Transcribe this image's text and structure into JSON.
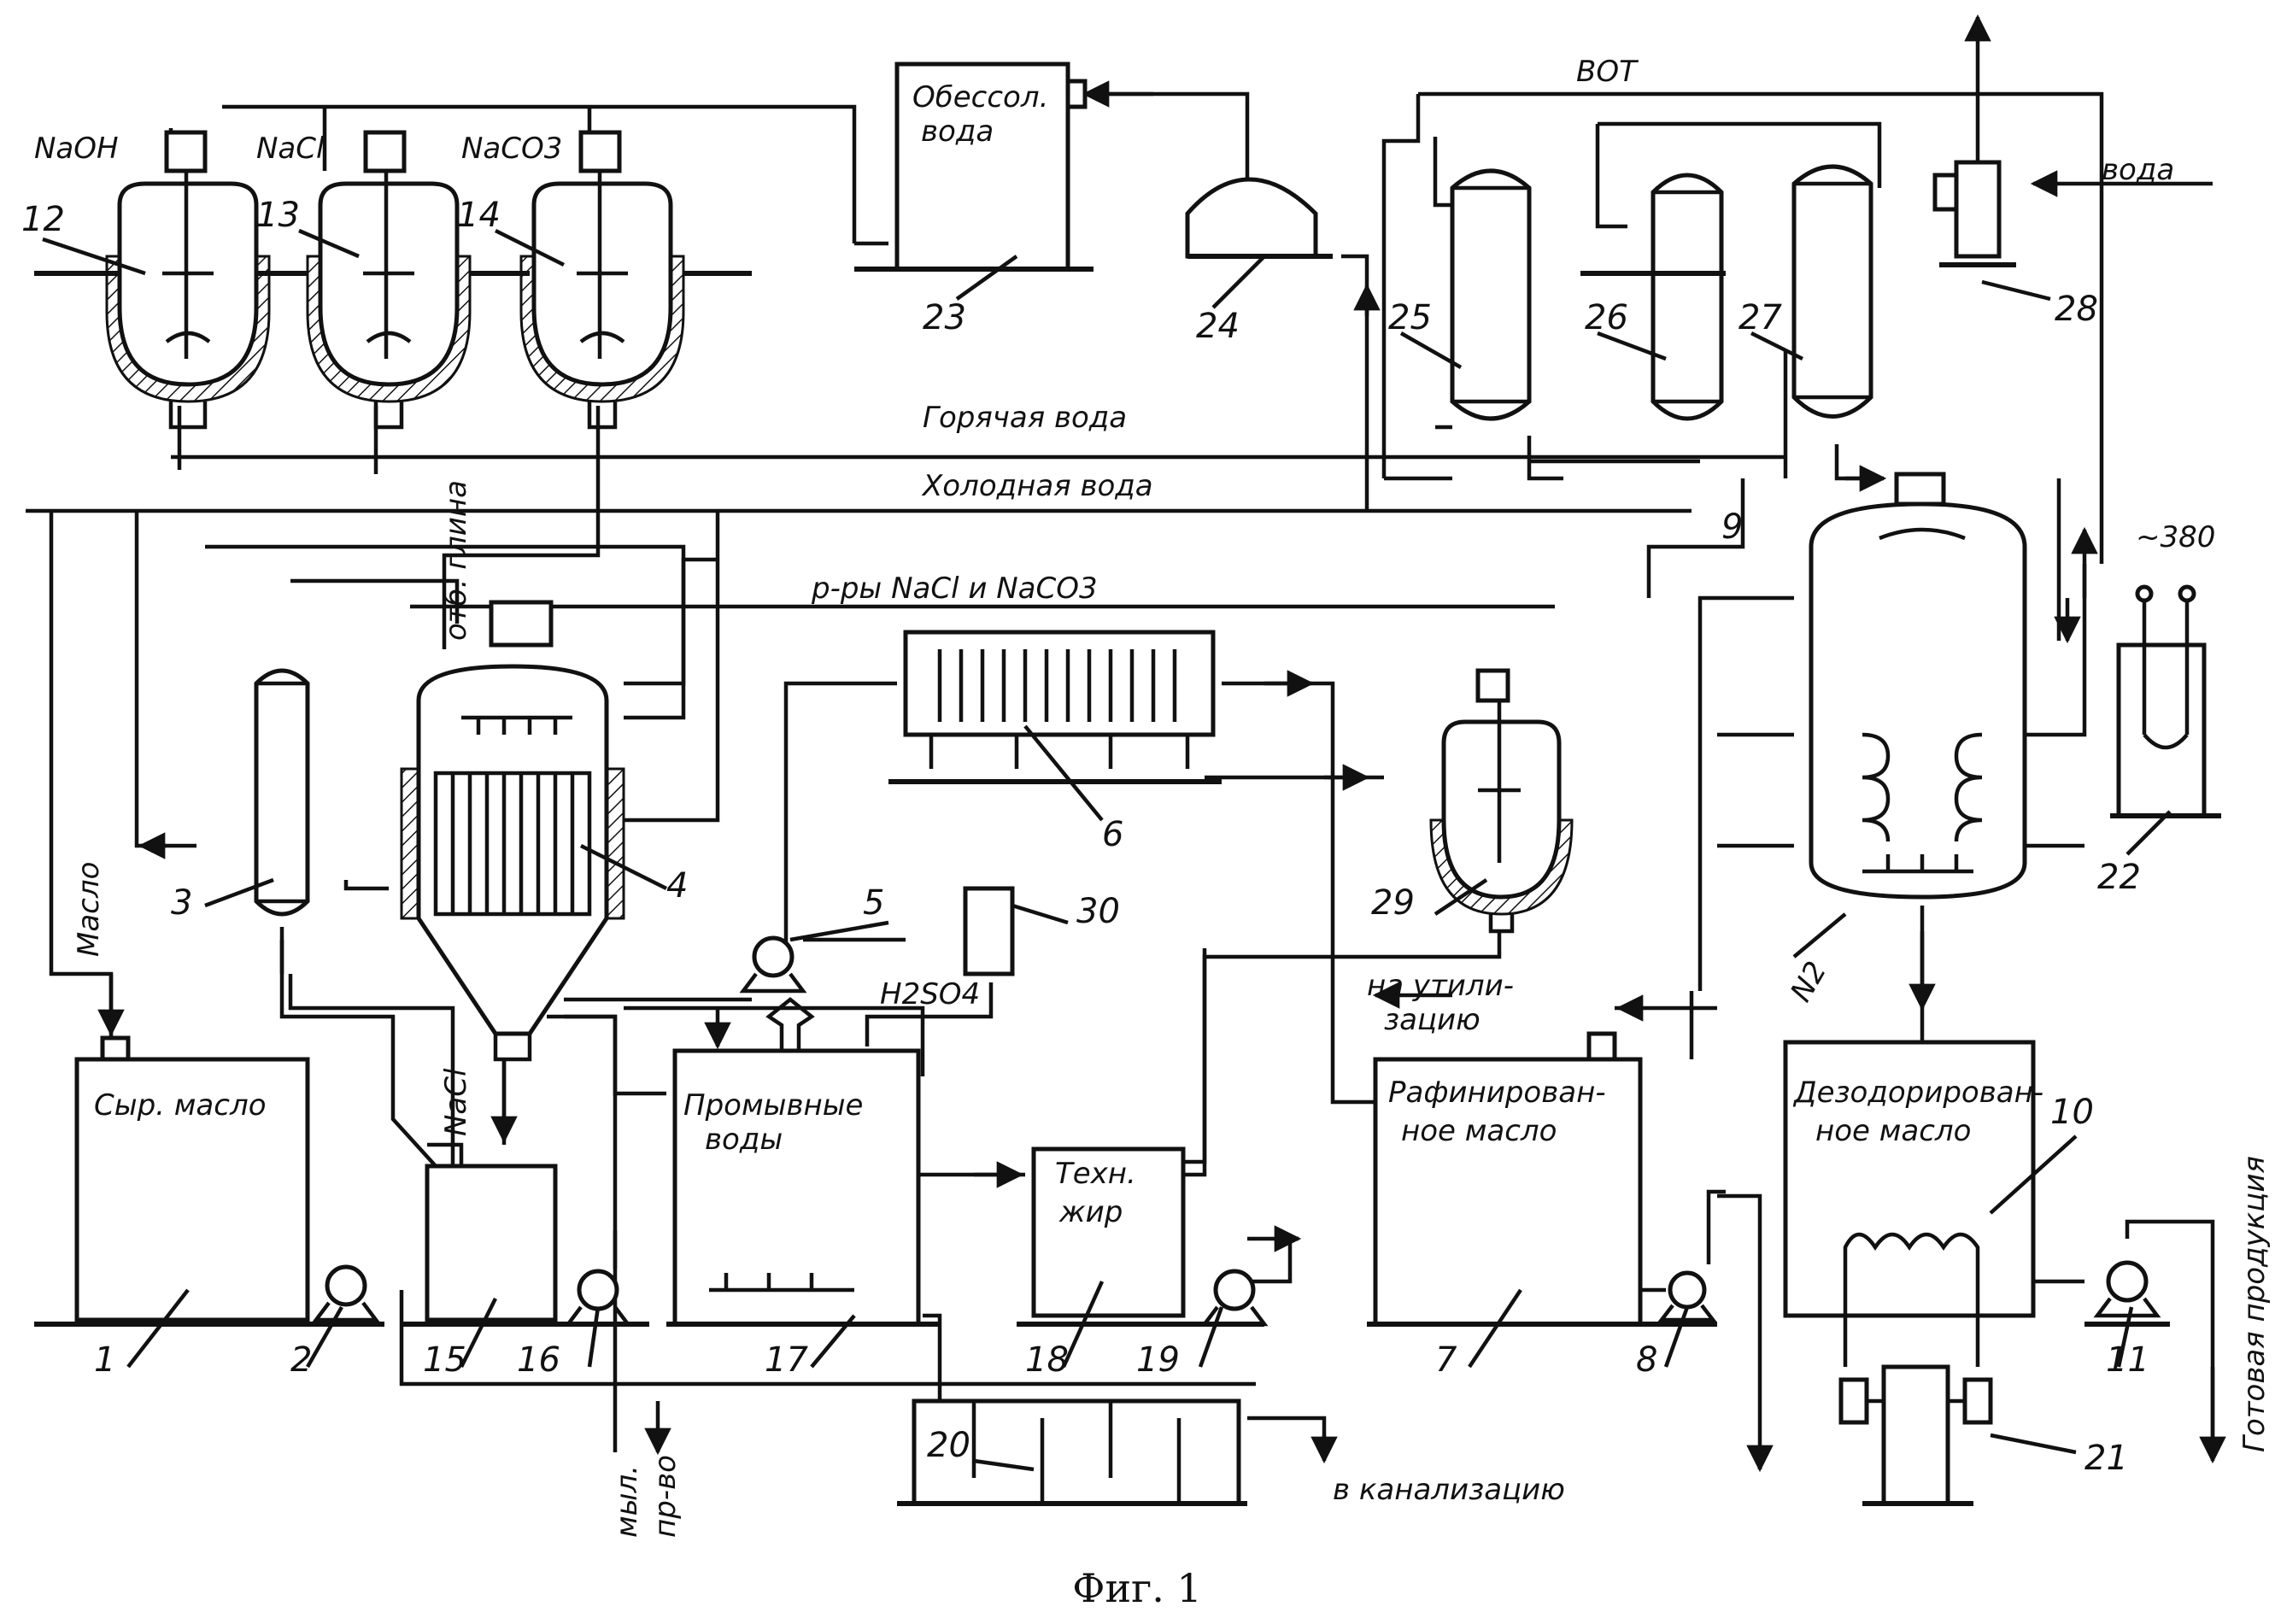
{
  "figure": {
    "caption": "Фиг. 1"
  },
  "media_labels": {
    "naoh": "NaOH",
    "nacl": "NaCl",
    "naco3": "NaCO3",
    "desalted_water_1": "Обессол.",
    "desalted_water_2": "вода",
    "vot": "ВОТ",
    "water": "вода",
    "hot_water": "Горячая вода",
    "cold_water": "Холодная вода",
    "solutions": "р-ры NaCl и NaCO3",
    "oil": "Масло",
    "bleaching_clay": "отб. глина",
    "nacl_feed": "NaCl",
    "h2so4": "H2SO4",
    "n2": "N2",
    "to_utilization_1": "на утили-",
    "to_utilization_2": "зацию",
    "soap_1": "мыл.",
    "soap_2": "пр-во",
    "to_sewer": "в канализацию",
    "finished_product": "Готовая продукция",
    "power": "~380"
  },
  "tank_labels": {
    "raw_oil": "Сыр. масло",
    "wash_water_1": "Промывные",
    "wash_water_2": "воды",
    "tech_fat_1": "Техн.",
    "tech_fat_2": "жир",
    "refined_1": "Рафинирован-",
    "refined_2": "ное масло",
    "deodorized_1": "Дезодорирован-",
    "deodorized_2": "ное масло"
  },
  "callouts": [
    "1",
    "2",
    "3",
    "4",
    "5",
    "6",
    "7",
    "8",
    "9",
    "10",
    "11",
    "12",
    "13",
    "14",
    "15",
    "16",
    "17",
    "18",
    "19",
    "20",
    "21",
    "22",
    "23",
    "24",
    "25",
    "26",
    "27",
    "28",
    "29",
    "30"
  ]
}
